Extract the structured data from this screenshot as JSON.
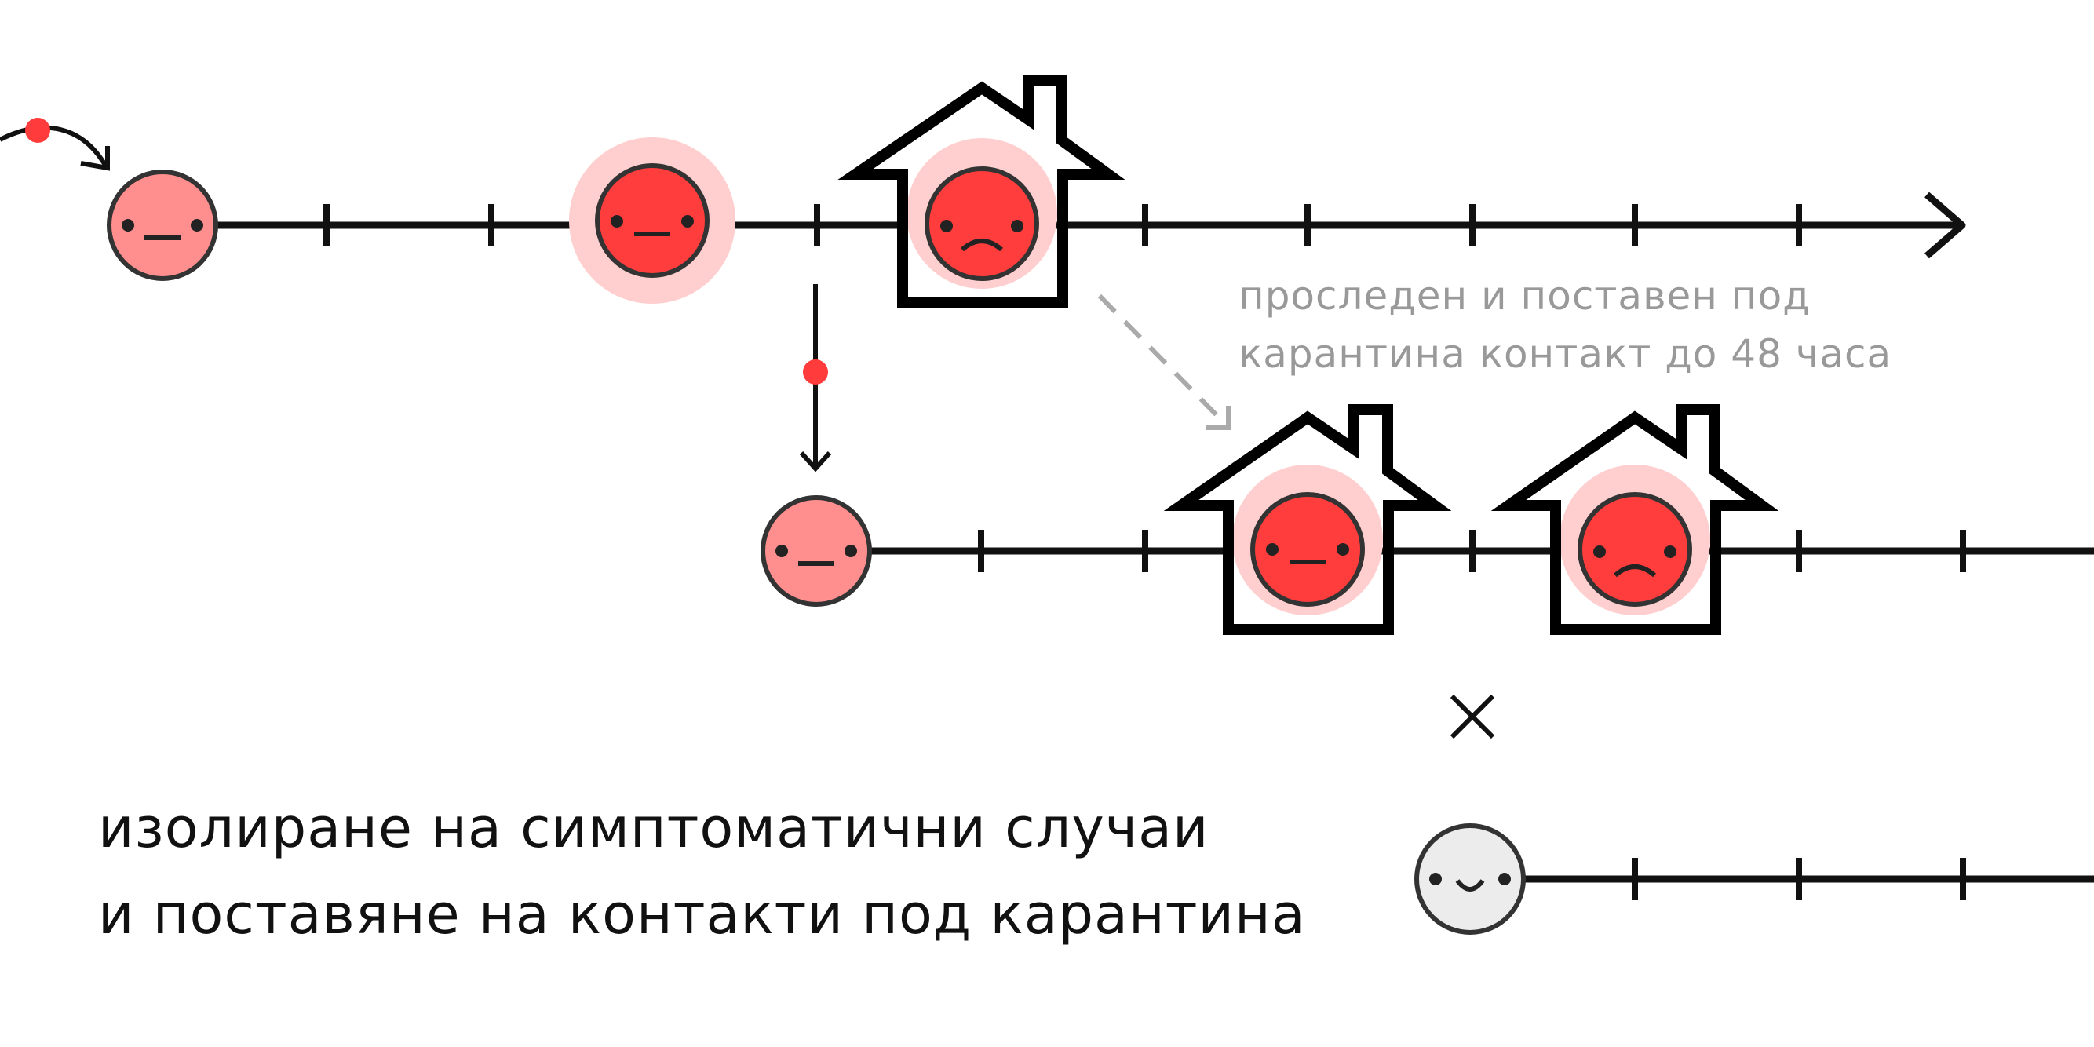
{
  "note": {
    "line1": "проследен и поставен под",
    "line2": "карантина контакт до 48 часа"
  },
  "caption": {
    "line1": "изолиране на симптоматични случаи",
    "line2": "и поставяне на контакти под карантина"
  },
  "timelines": [
    {
      "id": "top",
      "people": [
        {
          "id": "infected-incubating",
          "mood": "neutral",
          "state": "infected",
          "glow": false,
          "quarantined": false
        },
        {
          "id": "infectious-contagious",
          "mood": "neutral",
          "state": "contagious",
          "glow": true,
          "quarantined": false
        },
        {
          "id": "symptomatic-isolated",
          "mood": "sad",
          "state": "contagious",
          "glow": true,
          "quarantined": true
        }
      ]
    },
    {
      "id": "middle",
      "people": [
        {
          "id": "contact-infected",
          "mood": "neutral",
          "state": "infected",
          "glow": false,
          "quarantined": false
        },
        {
          "id": "contact-quarantined",
          "mood": "neutral",
          "state": "contagious",
          "glow": true,
          "quarantined": true
        },
        {
          "id": "contact-symptomatic-quarantined",
          "mood": "sad",
          "state": "contagious",
          "glow": true,
          "quarantined": true
        }
      ]
    },
    {
      "id": "bottom",
      "people": [
        {
          "id": "healthy-person",
          "mood": "happy",
          "state": "healthy",
          "glow": false,
          "quarantined": false
        }
      ]
    }
  ],
  "icons": {
    "transmission": "virus-dot",
    "quarantine": "house-icon",
    "blocked": "cross-icon"
  },
  "colors": {
    "line": "#111111",
    "infected_fill": "#ff8f8f",
    "contagious_fill": "#ff3d3d",
    "glow": "#ffcfcf",
    "healthy_fill": "#ececec",
    "virus_dot": "#ff3b3b",
    "note_text": "#999999",
    "dashed_arrow": "#aaaaaa"
  }
}
